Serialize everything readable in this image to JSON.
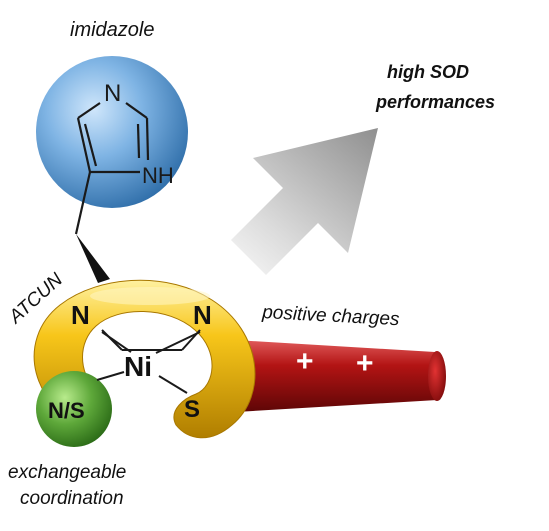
{
  "labels": {
    "imidazole": "imidazole",
    "high_sod_line1": "high SOD",
    "high_sod_line2": "performances",
    "atcun": "ATCUN",
    "positive_charges": "positive charges",
    "exchangeable_line1": "exchangeable",
    "exchangeable_line2": "coordination"
  },
  "imidazole_atoms": {
    "n_top": "N",
    "nh": "NH"
  },
  "complex_atoms": {
    "n_left": "N",
    "n_right": "N",
    "ni": "Ni",
    "s": "S",
    "ns": "N/S"
  },
  "charges": [
    "+",
    "+"
  ],
  "colors": {
    "imidazole_sphere": "#6fa6dc",
    "ring_gold": "#f2b800",
    "cylinder_red": "#9c0f0f",
    "ns_sphere": "#5fa63a",
    "arrow_gray": "#9a9a9a"
  },
  "icons": {
    "ns_sphere": "green-sphere",
    "imidazole_sphere": "blue-sphere",
    "arrow": "gradient-arrow"
  }
}
